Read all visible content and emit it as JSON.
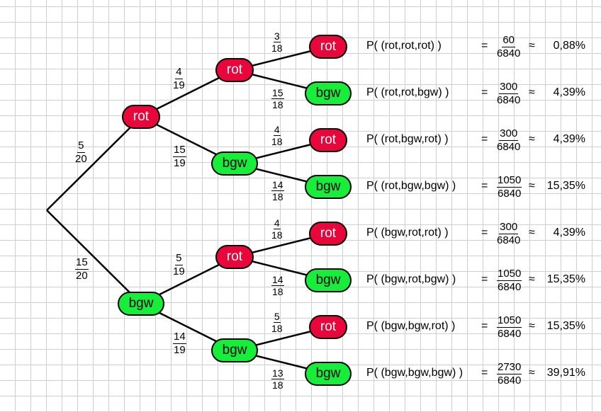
{
  "level1": [
    {
      "label": "rot",
      "type": "rot",
      "num": "5",
      "den": "20"
    },
    {
      "label": "bgw",
      "type": "bgw",
      "num": "15",
      "den": "20"
    }
  ],
  "level2": [
    {
      "label": "rot",
      "type": "rot",
      "num": "4",
      "den": "19"
    },
    {
      "label": "bgw",
      "type": "bgw",
      "num": "15",
      "den": "19"
    },
    {
      "label": "rot",
      "type": "rot",
      "num": "5",
      "den": "19"
    },
    {
      "label": "bgw",
      "type": "bgw",
      "num": "14",
      "den": "19"
    }
  ],
  "level3": [
    {
      "label": "rot",
      "type": "rot",
      "num": "3",
      "den": "18"
    },
    {
      "label": "bgw",
      "type": "bgw",
      "num": "15",
      "den": "18"
    },
    {
      "label": "rot",
      "type": "rot",
      "num": "4",
      "den": "18"
    },
    {
      "label": "bgw",
      "type": "bgw",
      "num": "14",
      "den": "18"
    },
    {
      "label": "rot",
      "type": "rot",
      "num": "4",
      "den": "18"
    },
    {
      "label": "bgw",
      "type": "bgw",
      "num": "14",
      "den": "18"
    },
    {
      "label": "rot",
      "type": "rot",
      "num": "5",
      "den": "18"
    },
    {
      "label": "bgw",
      "type": "bgw",
      "num": "13",
      "den": "18"
    }
  ],
  "results": [
    {
      "expr": "P( (rot,rot,rot) )",
      "eq": "=",
      "num": "60",
      "den": "6840",
      "approx": "≈",
      "pct": "0,88%"
    },
    {
      "expr": "P( (rot,rot,bgw) )",
      "eq": "=",
      "num": "300",
      "den": "6840",
      "approx": "≈",
      "pct": "4,39%"
    },
    {
      "expr": "P( (rot,bgw,rot) )",
      "eq": "=",
      "num": "300",
      "den": "6840",
      "approx": "≈",
      "pct": "4,39%"
    },
    {
      "expr": "P( (rot,bgw,bgw) )",
      "eq": "=",
      "num": "1050",
      "den": "6840",
      "approx": "≈",
      "pct": "15,35%"
    },
    {
      "expr": "P( (bgw,rot,rot) )",
      "eq": "=",
      "num": "300",
      "den": "6840",
      "approx": "≈",
      "pct": "4,39%"
    },
    {
      "expr": "P( (bgw,rot,bgw) )",
      "eq": "=",
      "num": "1050",
      "den": "6840",
      "approx": "≈",
      "pct": "15,35%"
    },
    {
      "expr": "P( (bgw,bgw,rot) )",
      "eq": "=",
      "num": "1050",
      "den": "6840",
      "approx": "≈",
      "pct": "15,35%"
    },
    {
      "expr": "P( (bgw,bgw,bgw) )",
      "eq": "=",
      "num": "2730",
      "den": "6840",
      "approx": "≈",
      "pct": "39,91%"
    }
  ]
}
